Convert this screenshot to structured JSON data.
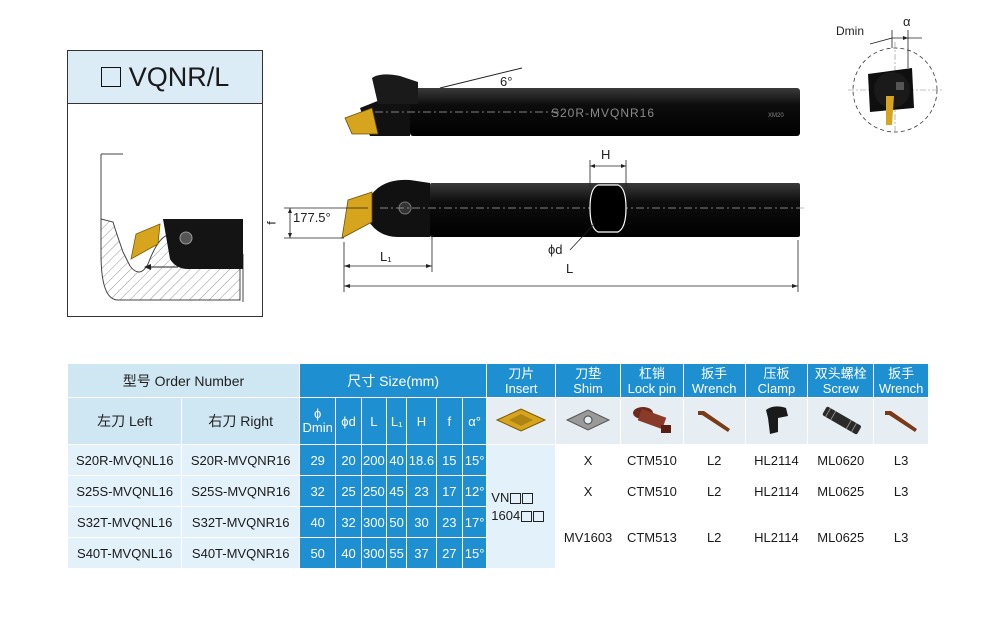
{
  "title": {
    "label": "VQNR/L"
  },
  "drawing": {
    "angle_top": "6°",
    "shank_marking": "S20R-MVQNR16",
    "shank_small_marking": "XM20",
    "dim_H": "H",
    "dim_phid": "ϕd",
    "dim_L1": "L₁",
    "dim_L": "L",
    "dim_f": "f",
    "dim_angle": "177.5°",
    "end_dmin": "Dmin",
    "end_alpha": "α"
  },
  "table": {
    "order_header": "型号 Order Number",
    "size_header": "尺寸 Size(mm)",
    "left_header": "左刀 Left",
    "right_header": "右刀 Right",
    "dim_cols": [
      "ϕ Dmin",
      "ϕd",
      "L",
      "L₁",
      "H",
      "f",
      "α°"
    ],
    "part_cols": [
      {
        "cn": "刀片",
        "en": "Insert"
      },
      {
        "cn": "刀垫",
        "en": "Shim"
      },
      {
        "cn": "杠销",
        "en": "Lock pin"
      },
      {
        "cn": "扳手",
        "en": "Wrench"
      },
      {
        "cn": "压板",
        "en": "Clamp"
      },
      {
        "cn": "双头螺栓",
        "en": "Screw"
      },
      {
        "cn": "扳手",
        "en": "Wrench"
      }
    ],
    "part_icons": [
      "insert-icon",
      "shim-icon",
      "lock-pin-icon",
      "wrench-icon",
      "clamp-icon",
      "screw-icon",
      "wrench-icon"
    ],
    "rows": [
      {
        "left": "S20R-MVQNL16",
        "right": "S20R-MVQNR16",
        "dmin": "29",
        "d": "20",
        "L": "200",
        "L1": "40",
        "H": "18.6",
        "f": "15",
        "alpha": "15°"
      },
      {
        "left": "S25S-MVQNL16",
        "right": "S25S-MVQNR16",
        "dmin": "32",
        "d": "25",
        "L": "250",
        "L1": "45",
        "H": "23",
        "f": "17",
        "alpha": "12°"
      },
      {
        "left": "S32T-MVQNL16",
        "right": "S32T-MVQNR16",
        "dmin": "40",
        "d": "32",
        "L": "300",
        "L1": "50",
        "H": "30",
        "f": "23",
        "alpha": "17°"
      },
      {
        "left": "S40T-MVQNL16",
        "right": "S40T-MVQNR16",
        "dmin": "50",
        "d": "40",
        "L": "300",
        "L1": "55",
        "H": "37",
        "f": "27",
        "alpha": "15°"
      }
    ],
    "insert_line1": "VN",
    "insert_line2": "1604",
    "shim_1": "X",
    "shim_2": "X",
    "shim_34": "MV1603",
    "lockpin_1": "CTM510",
    "lockpin_2": "CTM510",
    "lockpin_34": "CTM513",
    "wrench_1": "L2",
    "wrench_2": "L2",
    "wrench_34": "L2",
    "clamp_1": "HL2114",
    "clamp_2": "HL2114",
    "clamp_34": "HL2114",
    "screw_1": "ML0620",
    "screw_2": "ML0625",
    "screw_34": "ML0625",
    "wrench2_1": "L3",
    "wrench2_2": "L3",
    "wrench2_34": "L3"
  },
  "colors": {
    "header_blue": "#1e8fd0",
    "header_light": "#cfe6f3",
    "cell_light": "#e3f1fa"
  }
}
